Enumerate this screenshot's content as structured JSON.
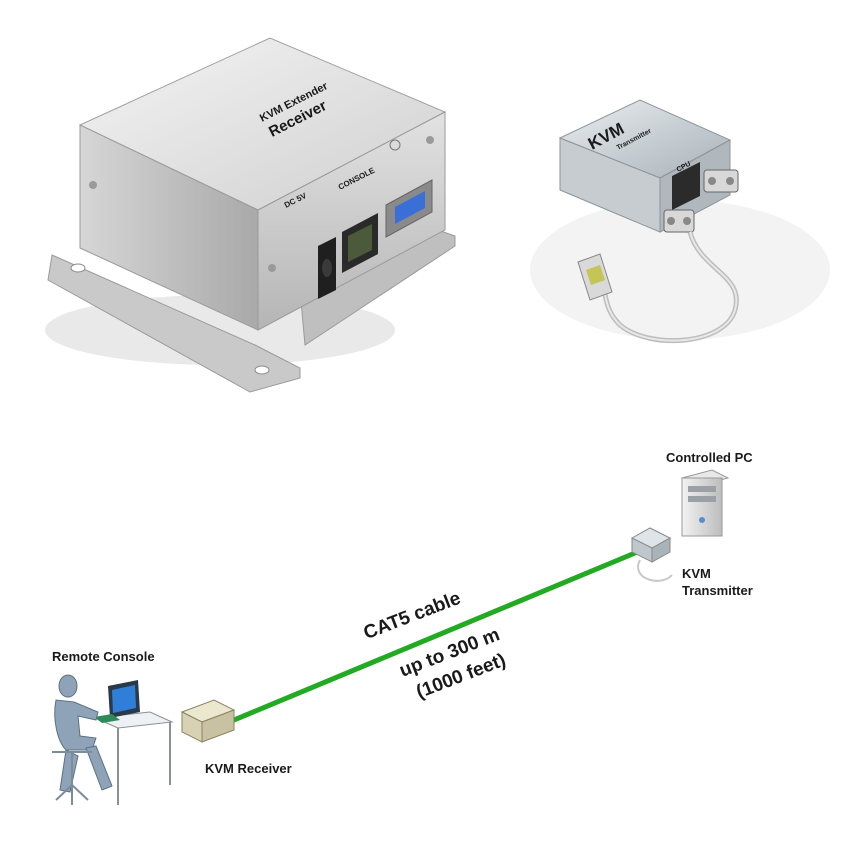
{
  "receiver_photo": {
    "panel_text_line1": "KVM Extender",
    "panel_text_line2": "Receiver",
    "port_label": "CONSOLE",
    "power_label": "DC 5V"
  },
  "transmitter_photo": {
    "brand_text": "KVM",
    "sub_text": "Transmitter",
    "port_label": "CPU"
  },
  "diagram": {
    "controlled_pc_label": "Controlled PC",
    "transmitter_label_line1": "KVM",
    "transmitter_label_line2": "Transmitter",
    "remote_console_label": "Remote Console",
    "receiver_label": "KVM Receiver",
    "cable_line1": "CAT5 cable",
    "cable_line2": "up to 300 m",
    "cable_line3": "(1000 feet)",
    "cable_color": "#22aa22"
  }
}
